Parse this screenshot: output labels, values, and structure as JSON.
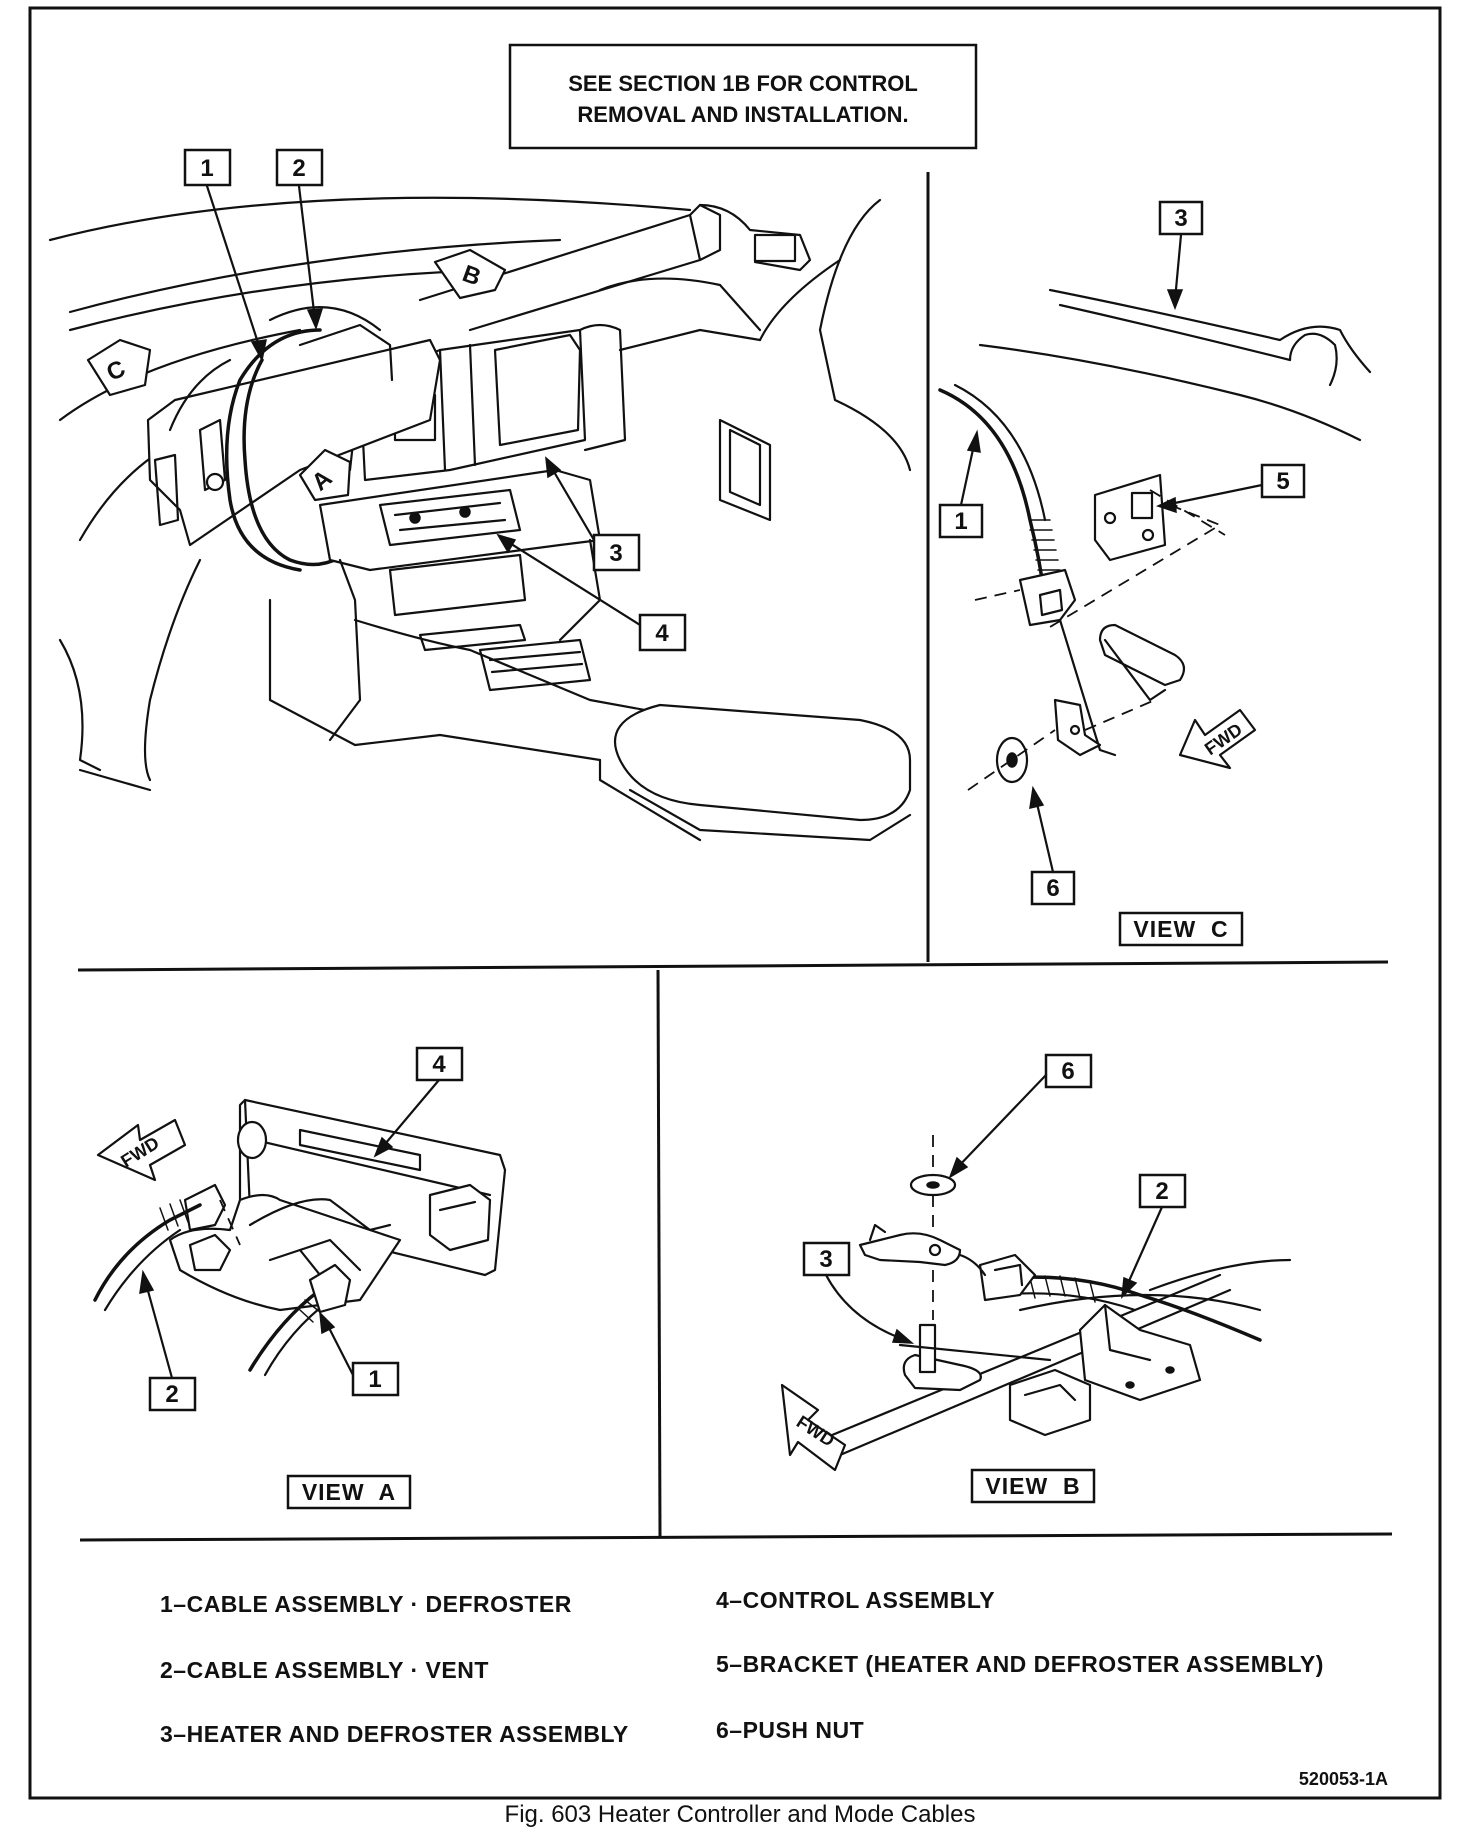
{
  "note": {
    "line1": "SEE SECTION 1B FOR CONTROL",
    "line2": "REMOVAL AND INSTALLATION."
  },
  "callouts": {
    "main": [
      "1",
      "2",
      "3",
      "4"
    ],
    "view_c": [
      "3",
      "1",
      "5",
      "6"
    ],
    "view_a": [
      "4",
      "2",
      "1"
    ],
    "view_b": [
      "6",
      "2",
      "3"
    ]
  },
  "view_letters": [
    "B",
    "C",
    "A"
  ],
  "fwd_label": "FWD",
  "view_labels": {
    "c": "VIEW  C",
    "a": "VIEW  A",
    "b": "VIEW  B"
  },
  "legend": {
    "left": [
      "1–CABLE ASSEMBLY · DEFROSTER",
      "2–CABLE ASSEMBLY · VENT",
      "3–HEATER AND DEFROSTER ASSEMBLY"
    ],
    "right": [
      "4–CONTROL ASSEMBLY",
      "5–BRACKET (HEATER AND DEFROSTER ASSEMBLY)",
      "6–PUSH NUT"
    ]
  },
  "figure_code": "520053-1A",
  "caption": "Fig. 603 Heater Controller and Mode Cables"
}
